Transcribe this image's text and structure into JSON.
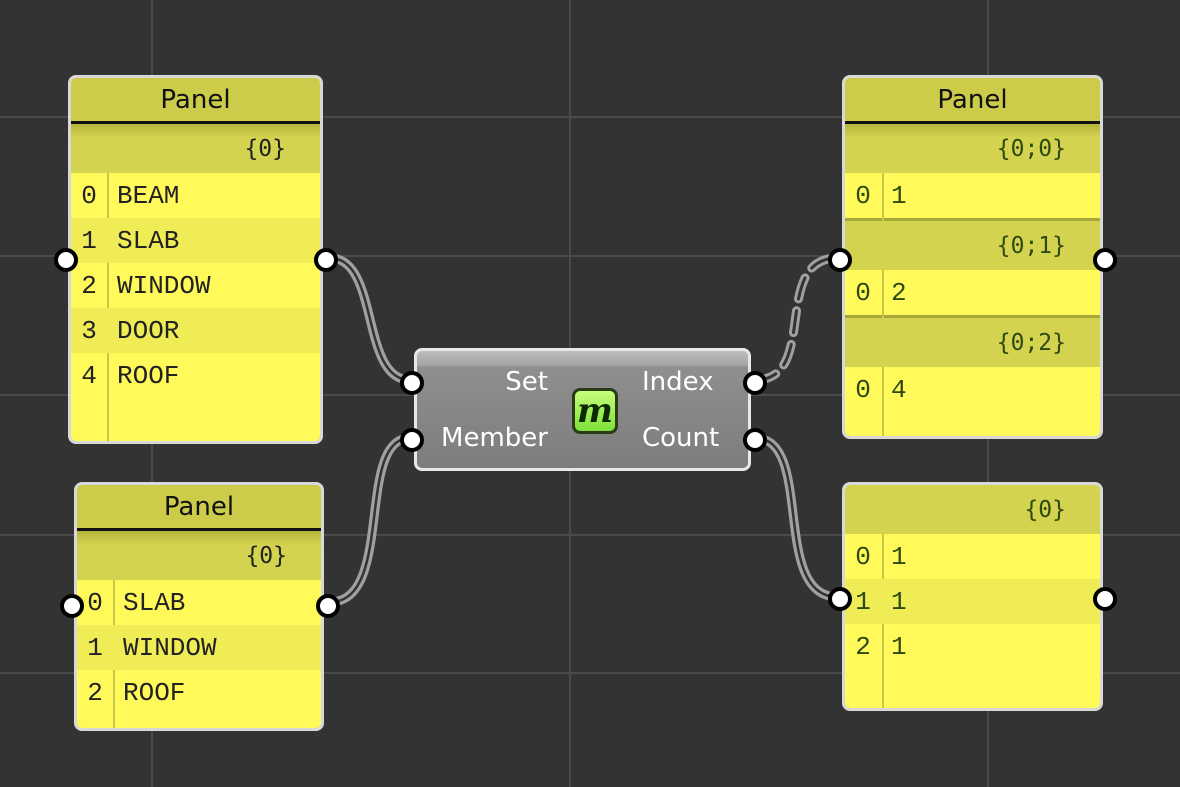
{
  "canvas": {
    "grid_color": "#4a4a4a",
    "background": "#333333"
  },
  "panels": {
    "set_input": {
      "title": "Panel",
      "path": "{0}",
      "rows": [
        {
          "index": "0",
          "value": "BEAM"
        },
        {
          "index": "1",
          "value": "SLAB"
        },
        {
          "index": "2",
          "value": "WINDOW"
        },
        {
          "index": "3",
          "value": "DOOR"
        },
        {
          "index": "4",
          "value": "ROOF"
        }
      ]
    },
    "member_input": {
      "title": "Panel",
      "path": "{0}",
      "rows": [
        {
          "index": "0",
          "value": "SLAB"
        },
        {
          "index": "1",
          "value": "WINDOW"
        },
        {
          "index": "2",
          "value": "ROOF"
        }
      ]
    },
    "index_output": {
      "title": "Panel",
      "branches": [
        {
          "path": "{0;0}",
          "rows": [
            {
              "index": "0",
              "value": "1"
            }
          ]
        },
        {
          "path": "{0;1}",
          "rows": [
            {
              "index": "0",
              "value": "2"
            }
          ]
        },
        {
          "path": "{0;2}",
          "rows": [
            {
              "index": "0",
              "value": "4"
            }
          ]
        }
      ]
    },
    "count_output": {
      "path": "{0}",
      "rows": [
        {
          "index": "0",
          "value": "1"
        },
        {
          "index": "1",
          "value": "1"
        },
        {
          "index": "2",
          "value": "1"
        }
      ]
    }
  },
  "component": {
    "icon": "member-index-icon",
    "icon_glyph": "m",
    "inputs": [
      "Set",
      "Member"
    ],
    "outputs": [
      "Index",
      "Count"
    ],
    "icon_color": "#9cf04f"
  }
}
